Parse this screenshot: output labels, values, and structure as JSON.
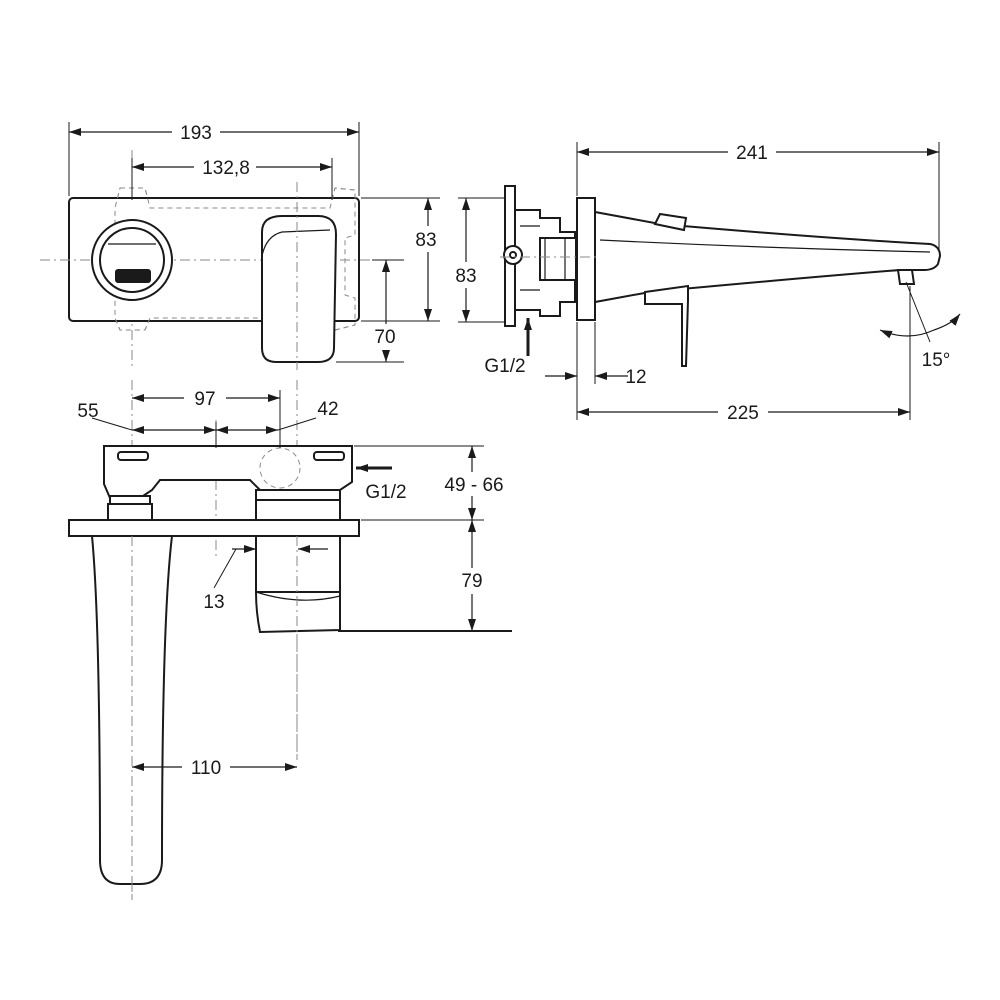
{
  "dimensions": {
    "front_overall_width": "193",
    "front_center_distance": "132,8",
    "front_plate_height": "83",
    "front_lever_height": "70",
    "side_plate_height": "83",
    "side_inlet_label": "G1/2",
    "side_projection": "241",
    "side_spout_projection": "225",
    "side_flange_depth": "12",
    "side_angle": "15°",
    "top_spout_offset": "55",
    "top_body_spacing": "97",
    "top_cartridge": "42",
    "top_inlet_label": "G1/2",
    "top_install_depth": "49 - 66",
    "top_setback": "13",
    "top_handle_depth": "79",
    "top_spout_to_handle": "110"
  }
}
